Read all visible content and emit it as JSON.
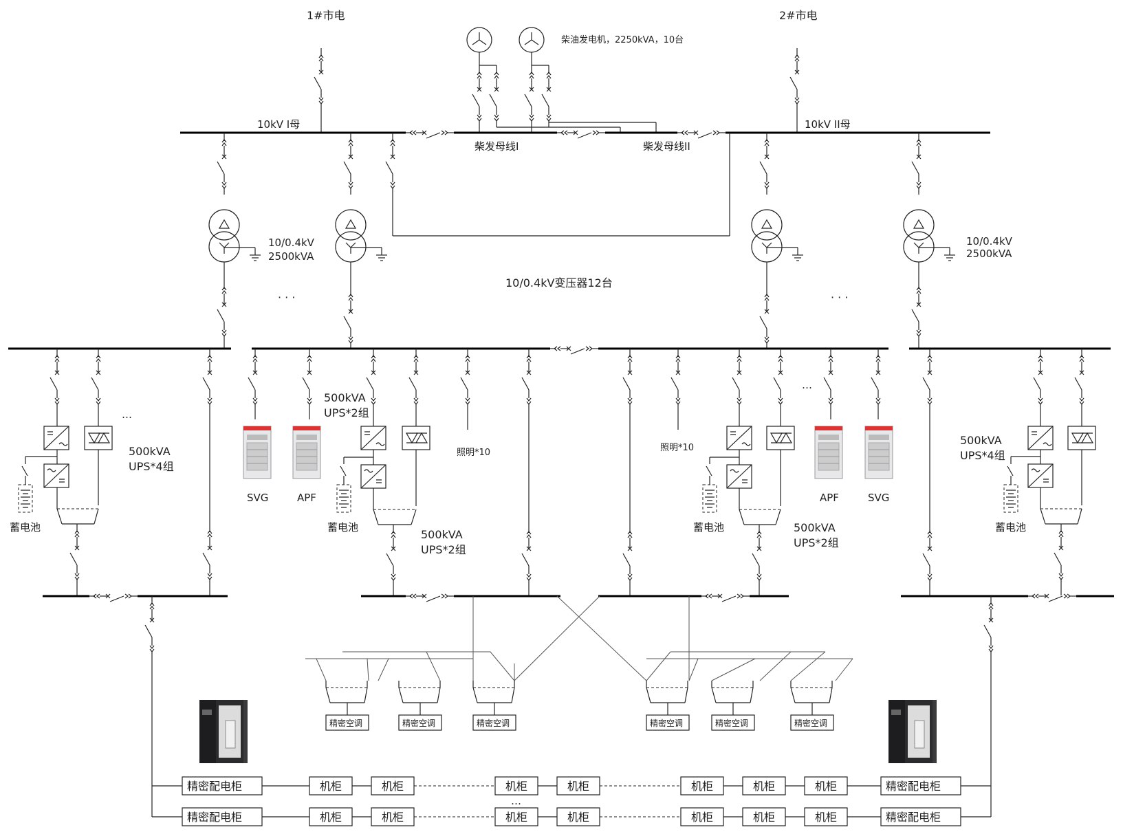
{
  "sources": {
    "utility1": "1#市电",
    "utility2": "2#市电",
    "generator": "柴油发电机，2250kVA，10台"
  },
  "buses": {
    "mv1": "10kV I母",
    "mv2": "10kV II母",
    "gen1": "柴发母线I",
    "gen2": "柴发母线II"
  },
  "transformers": {
    "left_spec": [
      "10/0.4kV",
      "2500kVA"
    ],
    "right_spec": [
      "10/0.4kV",
      "2500kVA"
    ],
    "caption": "10/0.4kV变压器12台"
  },
  "ellipsis": "…",
  "ellipsis3": "· · ·",
  "ups": {
    "g4": [
      "500kVA",
      "UPS*4组"
    ],
    "g2": [
      "500kVA",
      "UPS*2组"
    ]
  },
  "loads": {
    "lighting": "照明*10",
    "svg": "SVG",
    "apf": "APF",
    "battery": "蓄电池",
    "crac": "精密空调"
  },
  "racks": {
    "pdc": "精密配电柜",
    "cabinet": "机柜"
  }
}
